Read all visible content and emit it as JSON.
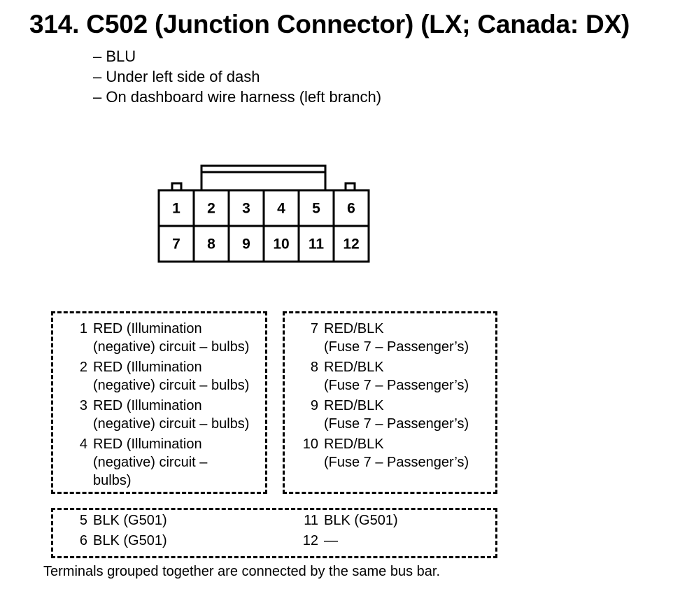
{
  "title": "314. C502 (Junction Connector) (LX; Canada: DX)",
  "info": [
    "– BLU",
    "– Under left side of dash",
    "– On dashboard wire harness (left branch)"
  ],
  "connector": {
    "top_row": [
      "1",
      "2",
      "3",
      "4",
      "5",
      "6"
    ],
    "bottom_row": [
      "7",
      "8",
      "9",
      "10",
      "11",
      "12"
    ]
  },
  "groups": {
    "left": [
      {
        "num": "1",
        "lines": [
          "RED (Illumination",
          "(negative) circuit – bulbs)"
        ]
      },
      {
        "num": "2",
        "lines": [
          "RED (Illumination",
          "(negative) circuit – bulbs)"
        ]
      },
      {
        "num": "3",
        "lines": [
          "RED (Illumination",
          "(negative) circuit – bulbs)"
        ]
      },
      {
        "num": "4",
        "lines": [
          "RED (Illumination",
          "(negative) circuit –",
          "bulbs)"
        ]
      }
    ],
    "right": [
      {
        "num": "7",
        "lines": [
          "RED/BLK",
          "(Fuse 7 – Passenger’s)"
        ]
      },
      {
        "num": "8",
        "lines": [
          "RED/BLK",
          "(Fuse 7 – Passenger’s)"
        ]
      },
      {
        "num": "9",
        "lines": [
          "RED/BLK",
          "(Fuse 7 – Passenger’s)"
        ]
      },
      {
        "num": "10",
        "lines": [
          "RED/BLK",
          "(Fuse 7 – Passenger’s)"
        ]
      }
    ],
    "bottom_left": [
      {
        "num": "5",
        "lines": [
          "BLK (G501)"
        ]
      },
      {
        "num": "6",
        "lines": [
          "BLK (G501)"
        ]
      }
    ],
    "bottom_right": [
      {
        "num": "11",
        "lines": [
          "BLK (G501)"
        ]
      },
      {
        "num": "12",
        "lines": [
          "—"
        ]
      }
    ]
  },
  "footer": "Terminals grouped together are connected by the same bus bar."
}
